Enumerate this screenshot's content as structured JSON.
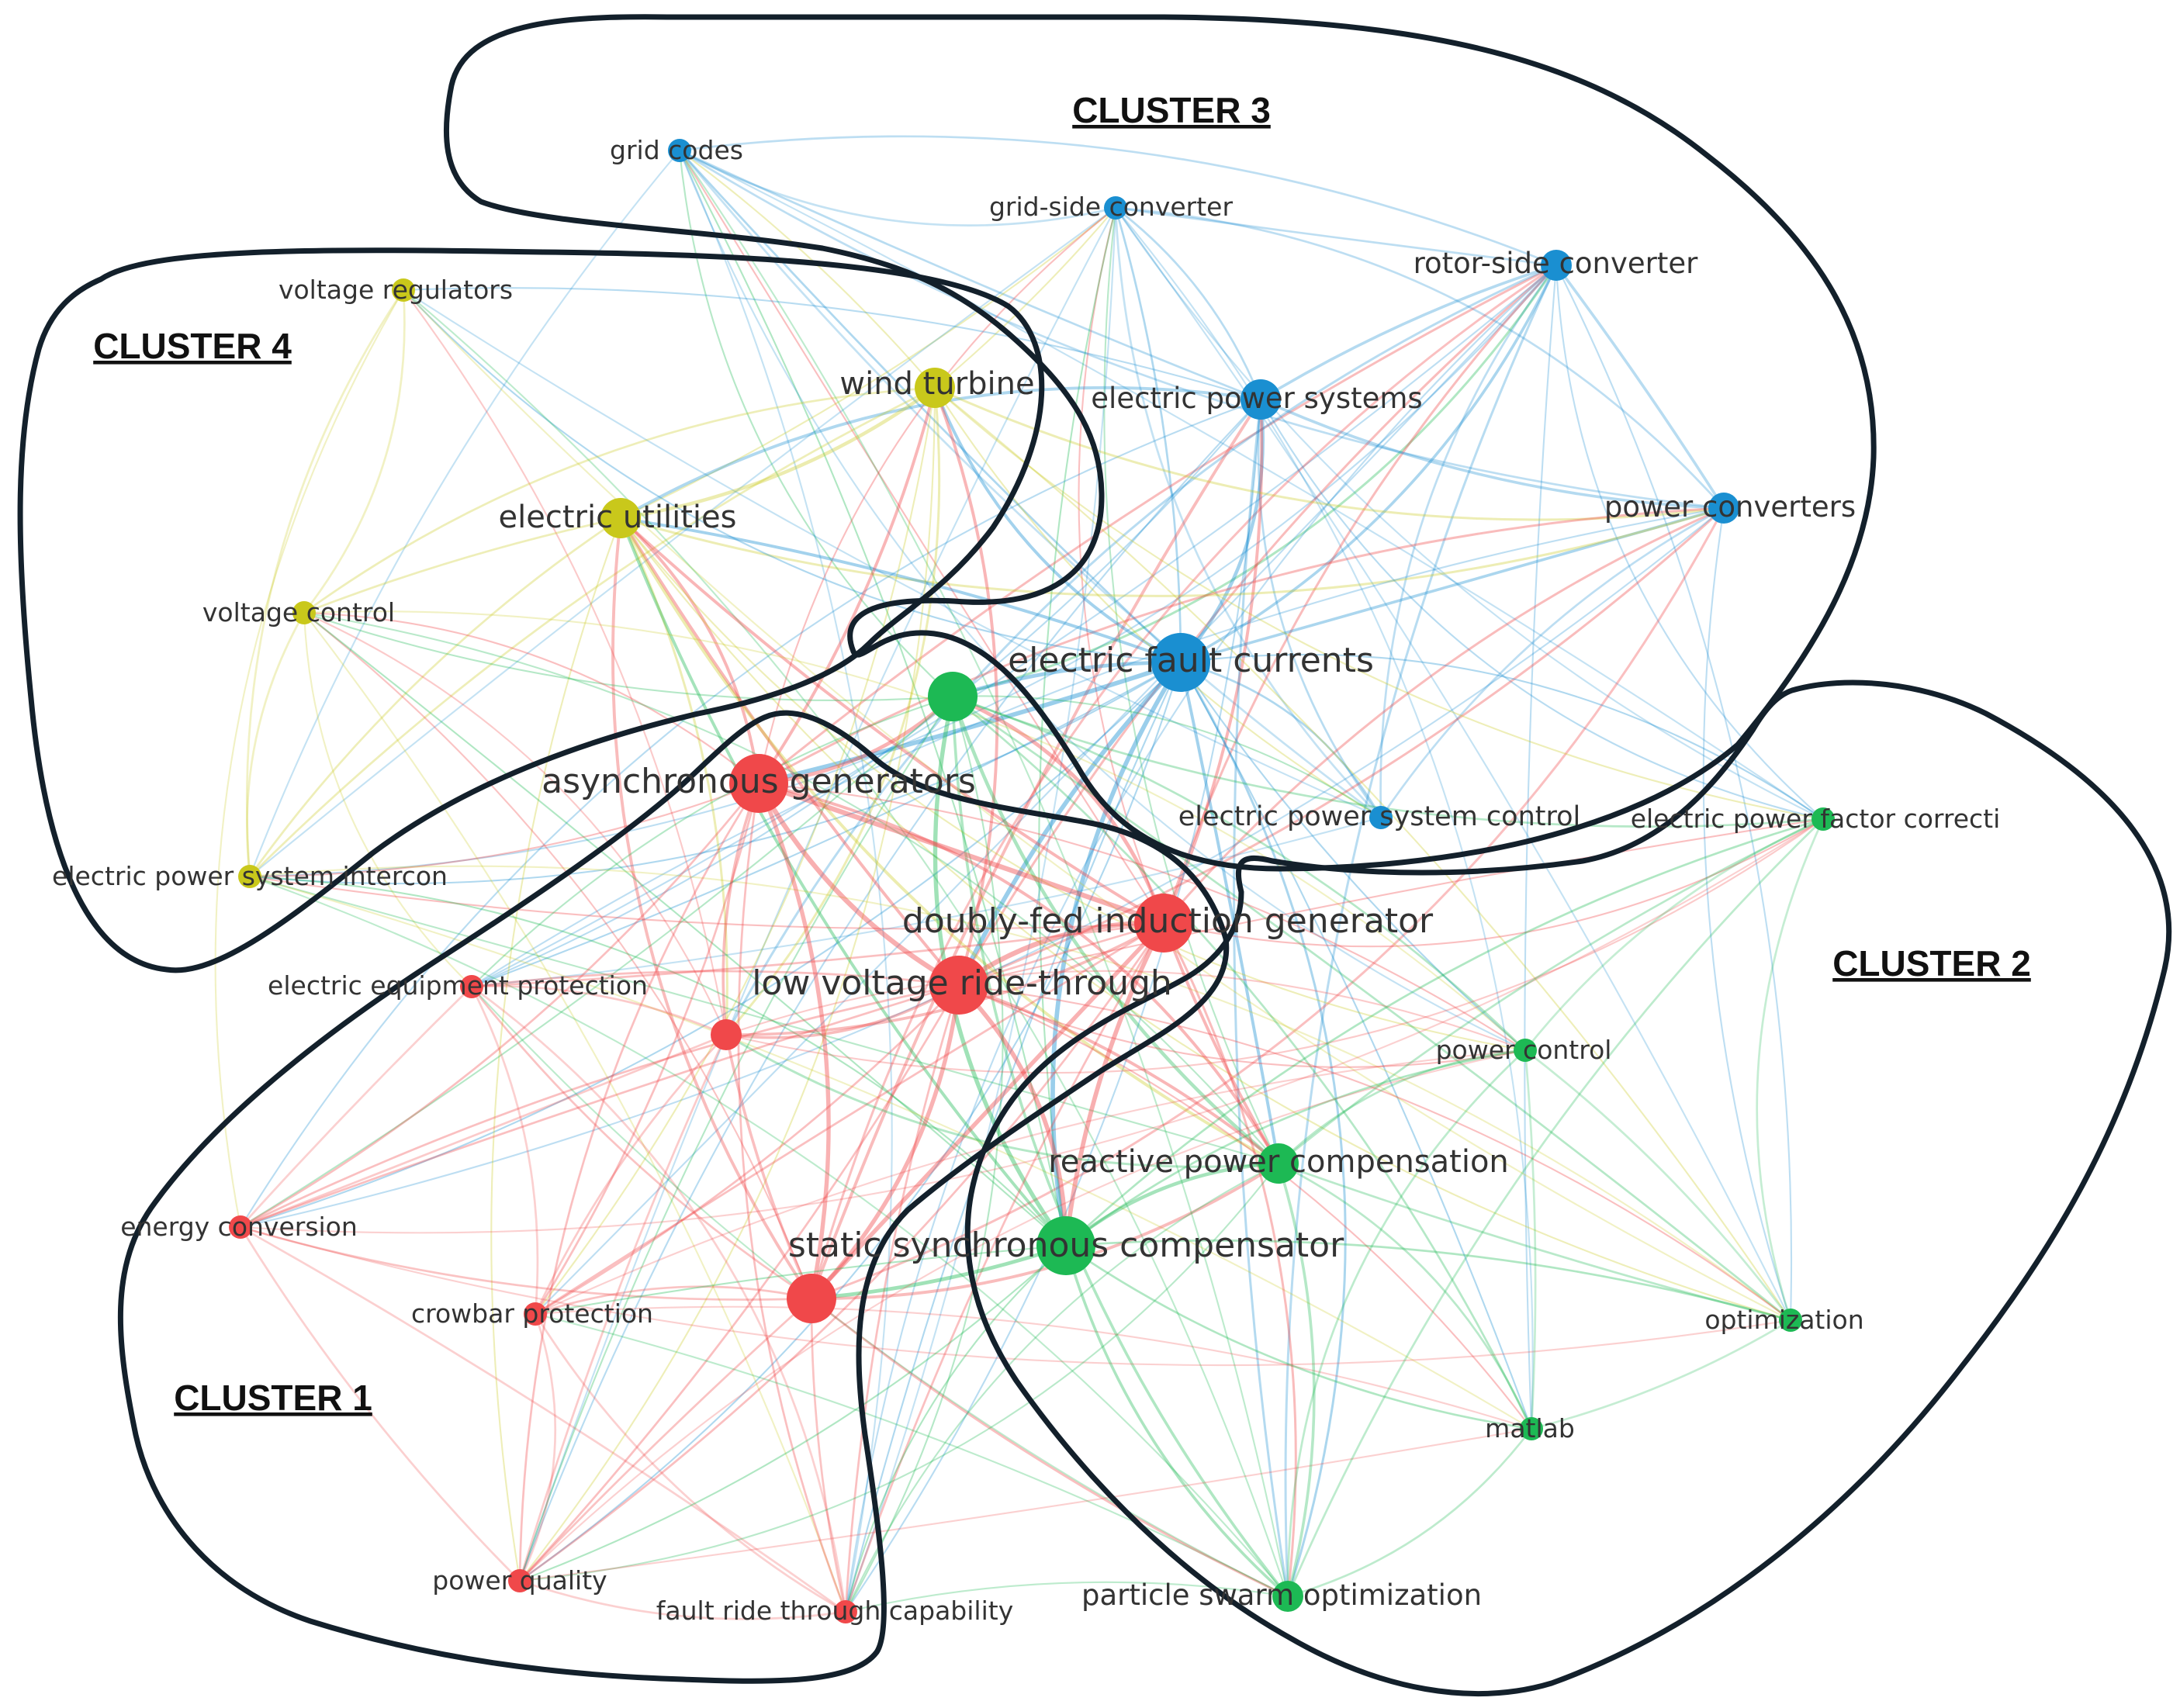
{
  "colors": {
    "red": "#f0484a",
    "green": "#1db954",
    "blue": "#1a8fd1",
    "yellow": "#c9c81b",
    "outline": "#13202b"
  },
  "cluster_labels": {
    "c1": "CLUSTER 1",
    "c2": "CLUSTER 2",
    "c3": "CLUSTER 3",
    "c4": "CLUSTER 4"
  },
  "nodes": [
    {
      "id": "grid_codes",
      "label": "grid codes",
      "cluster": "blue",
      "weight": 1
    },
    {
      "id": "grid_side",
      "label": "grid-side converter",
      "cluster": "blue",
      "weight": 1
    },
    {
      "id": "rotor_side",
      "label": "rotor-side converter",
      "cluster": "blue",
      "weight": 2
    },
    {
      "id": "eps",
      "label": "electric power systems",
      "cluster": "blue",
      "weight": 3
    },
    {
      "id": "power_conv",
      "label": "power converters",
      "cluster": "blue",
      "weight": 2
    },
    {
      "id": "fault_curr",
      "label": "electric fault currents",
      "cluster": "blue",
      "weight": 5
    },
    {
      "id": "eps_control",
      "label": "electric power system control",
      "cluster": "blue",
      "weight": 1
    },
    {
      "id": "volt_reg",
      "label": "voltage regulators",
      "cluster": "yellow",
      "weight": 1
    },
    {
      "id": "wind_turbine",
      "label": "wind turbine",
      "cluster": "yellow",
      "weight": 3
    },
    {
      "id": "elec_util",
      "label": "electric utilities",
      "cluster": "yellow",
      "weight": 3
    },
    {
      "id": "volt_ctrl",
      "label": "voltage control",
      "cluster": "yellow",
      "weight": 1
    },
    {
      "id": "eps_inter",
      "label": "electric power system intercon",
      "cluster": "yellow",
      "weight": 1
    },
    {
      "id": "green_hub",
      "label": "",
      "cluster": "green",
      "weight": 4
    },
    {
      "id": "async_gen",
      "label": "asynchronous generators",
      "cluster": "red",
      "weight": 5
    },
    {
      "id": "dfig",
      "label": "doubly-fed induction generator",
      "cluster": "red",
      "weight": 5
    },
    {
      "id": "lvrt",
      "label": "low voltage ride-through",
      "cluster": "red",
      "weight": 5
    },
    {
      "id": "red_small",
      "label": "",
      "cluster": "red",
      "weight": 2
    },
    {
      "id": "eq_prot",
      "label": "electric equipment protection",
      "cluster": "red",
      "weight": 1
    },
    {
      "id": "energy_conv",
      "label": "energy conversion",
      "cluster": "red",
      "weight": 1
    },
    {
      "id": "crowbar",
      "label": "crowbar protection",
      "cluster": "red",
      "weight": 1
    },
    {
      "id": "statcom",
      "label": "static synchronous compensator",
      "cluster": "red",
      "weight": 4
    },
    {
      "id": "statcom_g",
      "label": "",
      "cluster": "green",
      "weight": 5
    },
    {
      "id": "power_quality",
      "label": "power quality",
      "cluster": "red",
      "weight": 1
    },
    {
      "id": "frt",
      "label": "fault ride through capability",
      "cluster": "red",
      "weight": 1
    },
    {
      "id": "pf_corr",
      "label": "electric power factor correcti",
      "cluster": "green",
      "weight": 1
    },
    {
      "id": "power_ctrl",
      "label": "power control",
      "cluster": "green",
      "weight": 1
    },
    {
      "id": "rpc",
      "label": "reactive power compensation",
      "cluster": "green",
      "weight": 3
    },
    {
      "id": "optim",
      "label": "optimization",
      "cluster": "green",
      "weight": 1
    },
    {
      "id": "matlab",
      "label": "matlab",
      "cluster": "green",
      "weight": 1
    },
    {
      "id": "pso",
      "label": "particle swarm optimization",
      "cluster": "green",
      "weight": 2
    }
  ]
}
